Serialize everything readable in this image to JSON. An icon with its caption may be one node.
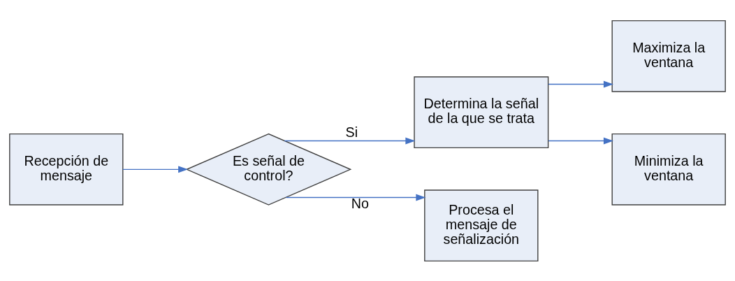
{
  "diagram": {
    "nodes": [
      {
        "text": [
          "Recepción de mensaje"
        ]
      },
      {
        "text": [
          "Es señal de control?"
        ]
      },
      {
        "text": [
          "Determina la señal de la que se trata"
        ]
      },
      {
        "text": [
          "Maximiza la ventana"
        ]
      },
      {
        "text": [
          "Minimiza la ventana"
        ]
      },
      {
        "text": [
          "Procesa el mensaje de señalización"
        ]
      }
    ],
    "edges": [
      {
        "from": 0,
        "to": 1,
        "arrow": "to"
      },
      {
        "from": 1,
        "to": 2,
        "arrow": "to",
        "label": "Si"
      },
      {
        "from": 2,
        "to": 3,
        "arrow": "to"
      },
      {
        "from": 2,
        "to": 4,
        "arrow": "to"
      },
      {
        "from": 1,
        "to": 5,
        "arrow": "to",
        "label": "No"
      }
    ]
  }
}
